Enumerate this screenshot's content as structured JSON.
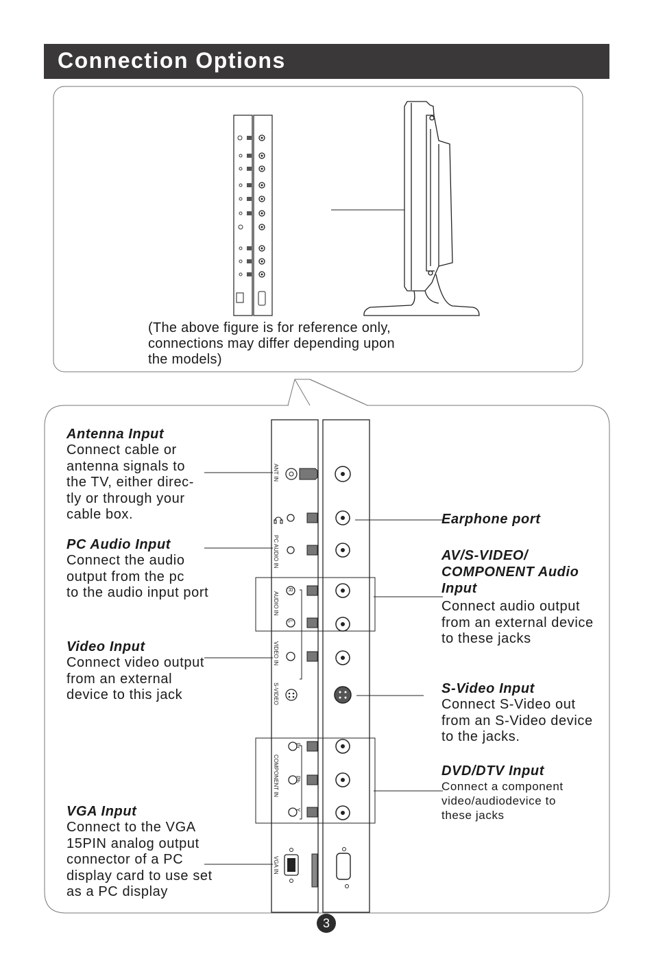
{
  "header": {
    "title": "Connection Options"
  },
  "caption": {
    "lines": [
      "(The above figure is for reference only,",
      "connections may differ depending upon",
      "the models)"
    ]
  },
  "left_sections": [
    {
      "title": "Antenna Input",
      "body": "Connect cable or\nantenna signals to\nthe TV, either direc-\ntly or through your\ncable box."
    },
    {
      "title": "PC Audio Input",
      "body": "Connect the audio\noutput from the pc\nto the audio input port"
    },
    {
      "title": "Video Input",
      "body": "Connect video output\nfrom an external\ndevice to this jack"
    },
    {
      "title": "VGA  Input",
      "body": "Connect to the VGA\n15PIN analog output\nconnector of a PC\ndisplay card to use set\nas a PC display"
    }
  ],
  "right_sections": [
    {
      "title": "Earphone port",
      "body": ""
    },
    {
      "title": "AV/S-VIDEO/\nCOMPONENT Audio\nInput",
      "body": "Connect audio output\nfrom an external device\nto these jacks"
    },
    {
      "title": "S-Video Input",
      "body": "Connect S-Video out\nfrom an S-Video device\nto the jacks."
    },
    {
      "title": "DVD/DTV Input",
      "body": "Connect a component\nvideo/audiodevice to\nthese jacks"
    }
  ],
  "panel_labels": {
    "ant_in": "ANT IN",
    "pc_audio_in": "PC AUDIO IN",
    "audio_in": "AUDIO IN",
    "video_in": "VIDEO IN",
    "s_video": "S-VIDEO",
    "component_in": "COMPONENT IN",
    "vga_in": "VGA IN",
    "pr": "Pr",
    "pb": "Pb",
    "y": "Y",
    "r": "R",
    "l": "L"
  },
  "icons": [
    "headphone-icon",
    "tv-side-view-icon",
    "vga-port-icon",
    "s-video-port-icon",
    "rca-jack-icon",
    "coax-antenna-icon"
  ],
  "colors": {
    "header_bg": "#3a3838",
    "header_text": "#ffffff",
    "text": "#1a1a1a",
    "page_badge": "#2c2c2c"
  },
  "page_number": "3"
}
